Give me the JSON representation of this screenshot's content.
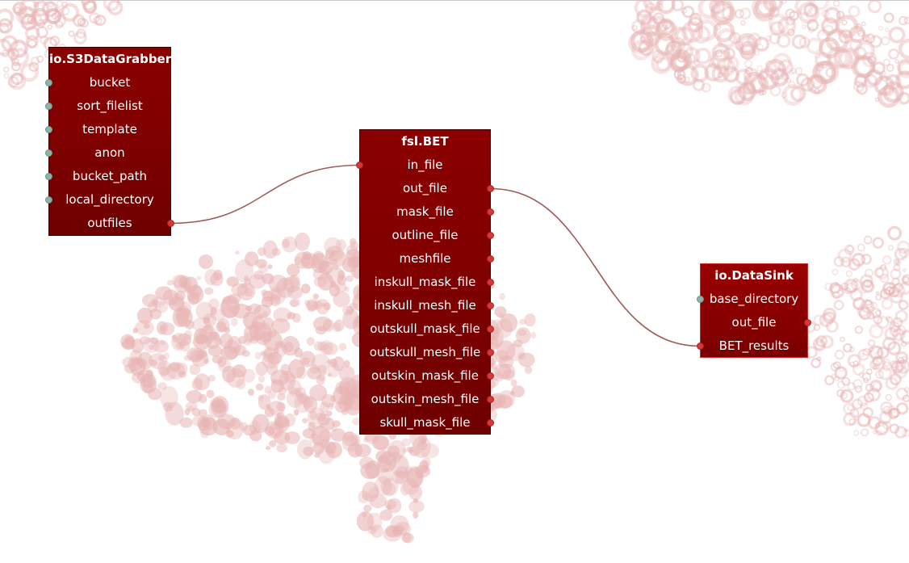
{
  "colors": {
    "node_fill": "#820000",
    "node_border": "#3a0000",
    "input_port": "#8fb3a8",
    "output_port": "#d23a3a",
    "wire": "#a05a5a",
    "background_pattern": "#e8b4b4"
  },
  "nodes": {
    "s3grabber": {
      "title": "io.S3DataGrabber",
      "inputs": [
        "bucket",
        "sort_filelist",
        "template",
        "anon",
        "bucket_path",
        "local_directory"
      ],
      "outputs": [
        "outfiles"
      ]
    },
    "bet": {
      "title": "fsl.BET",
      "inputs": [
        "in_file"
      ],
      "outputs": [
        "out_file",
        "mask_file",
        "outline_file",
        "meshfile",
        "inskull_mask_file",
        "inskull_mesh_file",
        "outskull_mask_file",
        "outskull_mesh_file",
        "outskin_mask_file",
        "outskin_mesh_file",
        "skull_mask_file"
      ]
    },
    "datasink": {
      "title": "io.DataSink",
      "inputs": [
        "base_directory"
      ],
      "outputs": [
        "out_file"
      ],
      "extra_inputs": [
        "BET_results"
      ]
    }
  },
  "connections": [
    {
      "from": "s3grabber.outfiles",
      "to": "bet.in_file"
    },
    {
      "from": "bet.out_file",
      "to": "datasink.BET_results"
    }
  ]
}
